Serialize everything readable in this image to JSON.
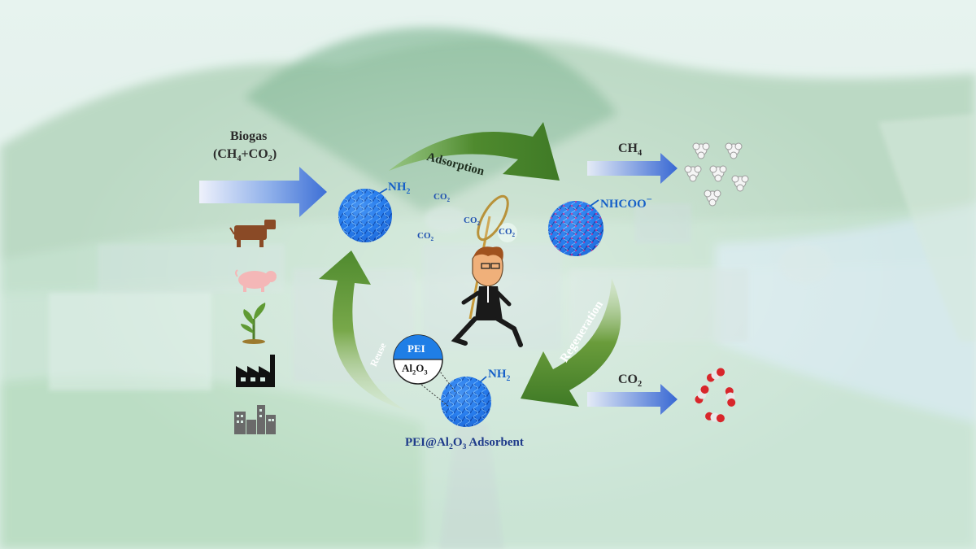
{
  "biogas": {
    "title": "Biogas",
    "formula_a": "(CH",
    "sub_a": "4",
    "formula_b": "+CO",
    "sub_b": "2",
    "formula_c": ")"
  },
  "cycle": {
    "adsorption": "Adsorption",
    "regeneration": "Regeneration",
    "reuse": "Reuse"
  },
  "groups": {
    "amine": "NH",
    "amine_sub": "2",
    "carbamate": "NHCOO",
    "carbamate_sup": "−"
  },
  "molecule_badge": {
    "text": "CO",
    "sub": "2"
  },
  "outputs": {
    "ch4": {
      "text": "CH",
      "sub": "4"
    },
    "co2": {
      "text": "CO",
      "sub": "2"
    }
  },
  "layers": {
    "top": "PEI",
    "bottom_a": "Al",
    "bottom_sub1": "2",
    "bottom_b": "O",
    "bottom_sub2": "3"
  },
  "adsorbent": {
    "part_a": "PEI@Al",
    "sub1": "2",
    "part_b": "O",
    "sub2": "3",
    "part_c": " Adsorbent"
  },
  "sources": [
    "cow-icon",
    "pig-icon",
    "plant-icon",
    "factory-icon",
    "buildings-icon"
  ],
  "colors": {
    "green_arrow": "#5a8a2c",
    "blue_arrow": "#3d6fd6",
    "sphere": "#1e73e0",
    "text_blue": "#1660c8"
  }
}
